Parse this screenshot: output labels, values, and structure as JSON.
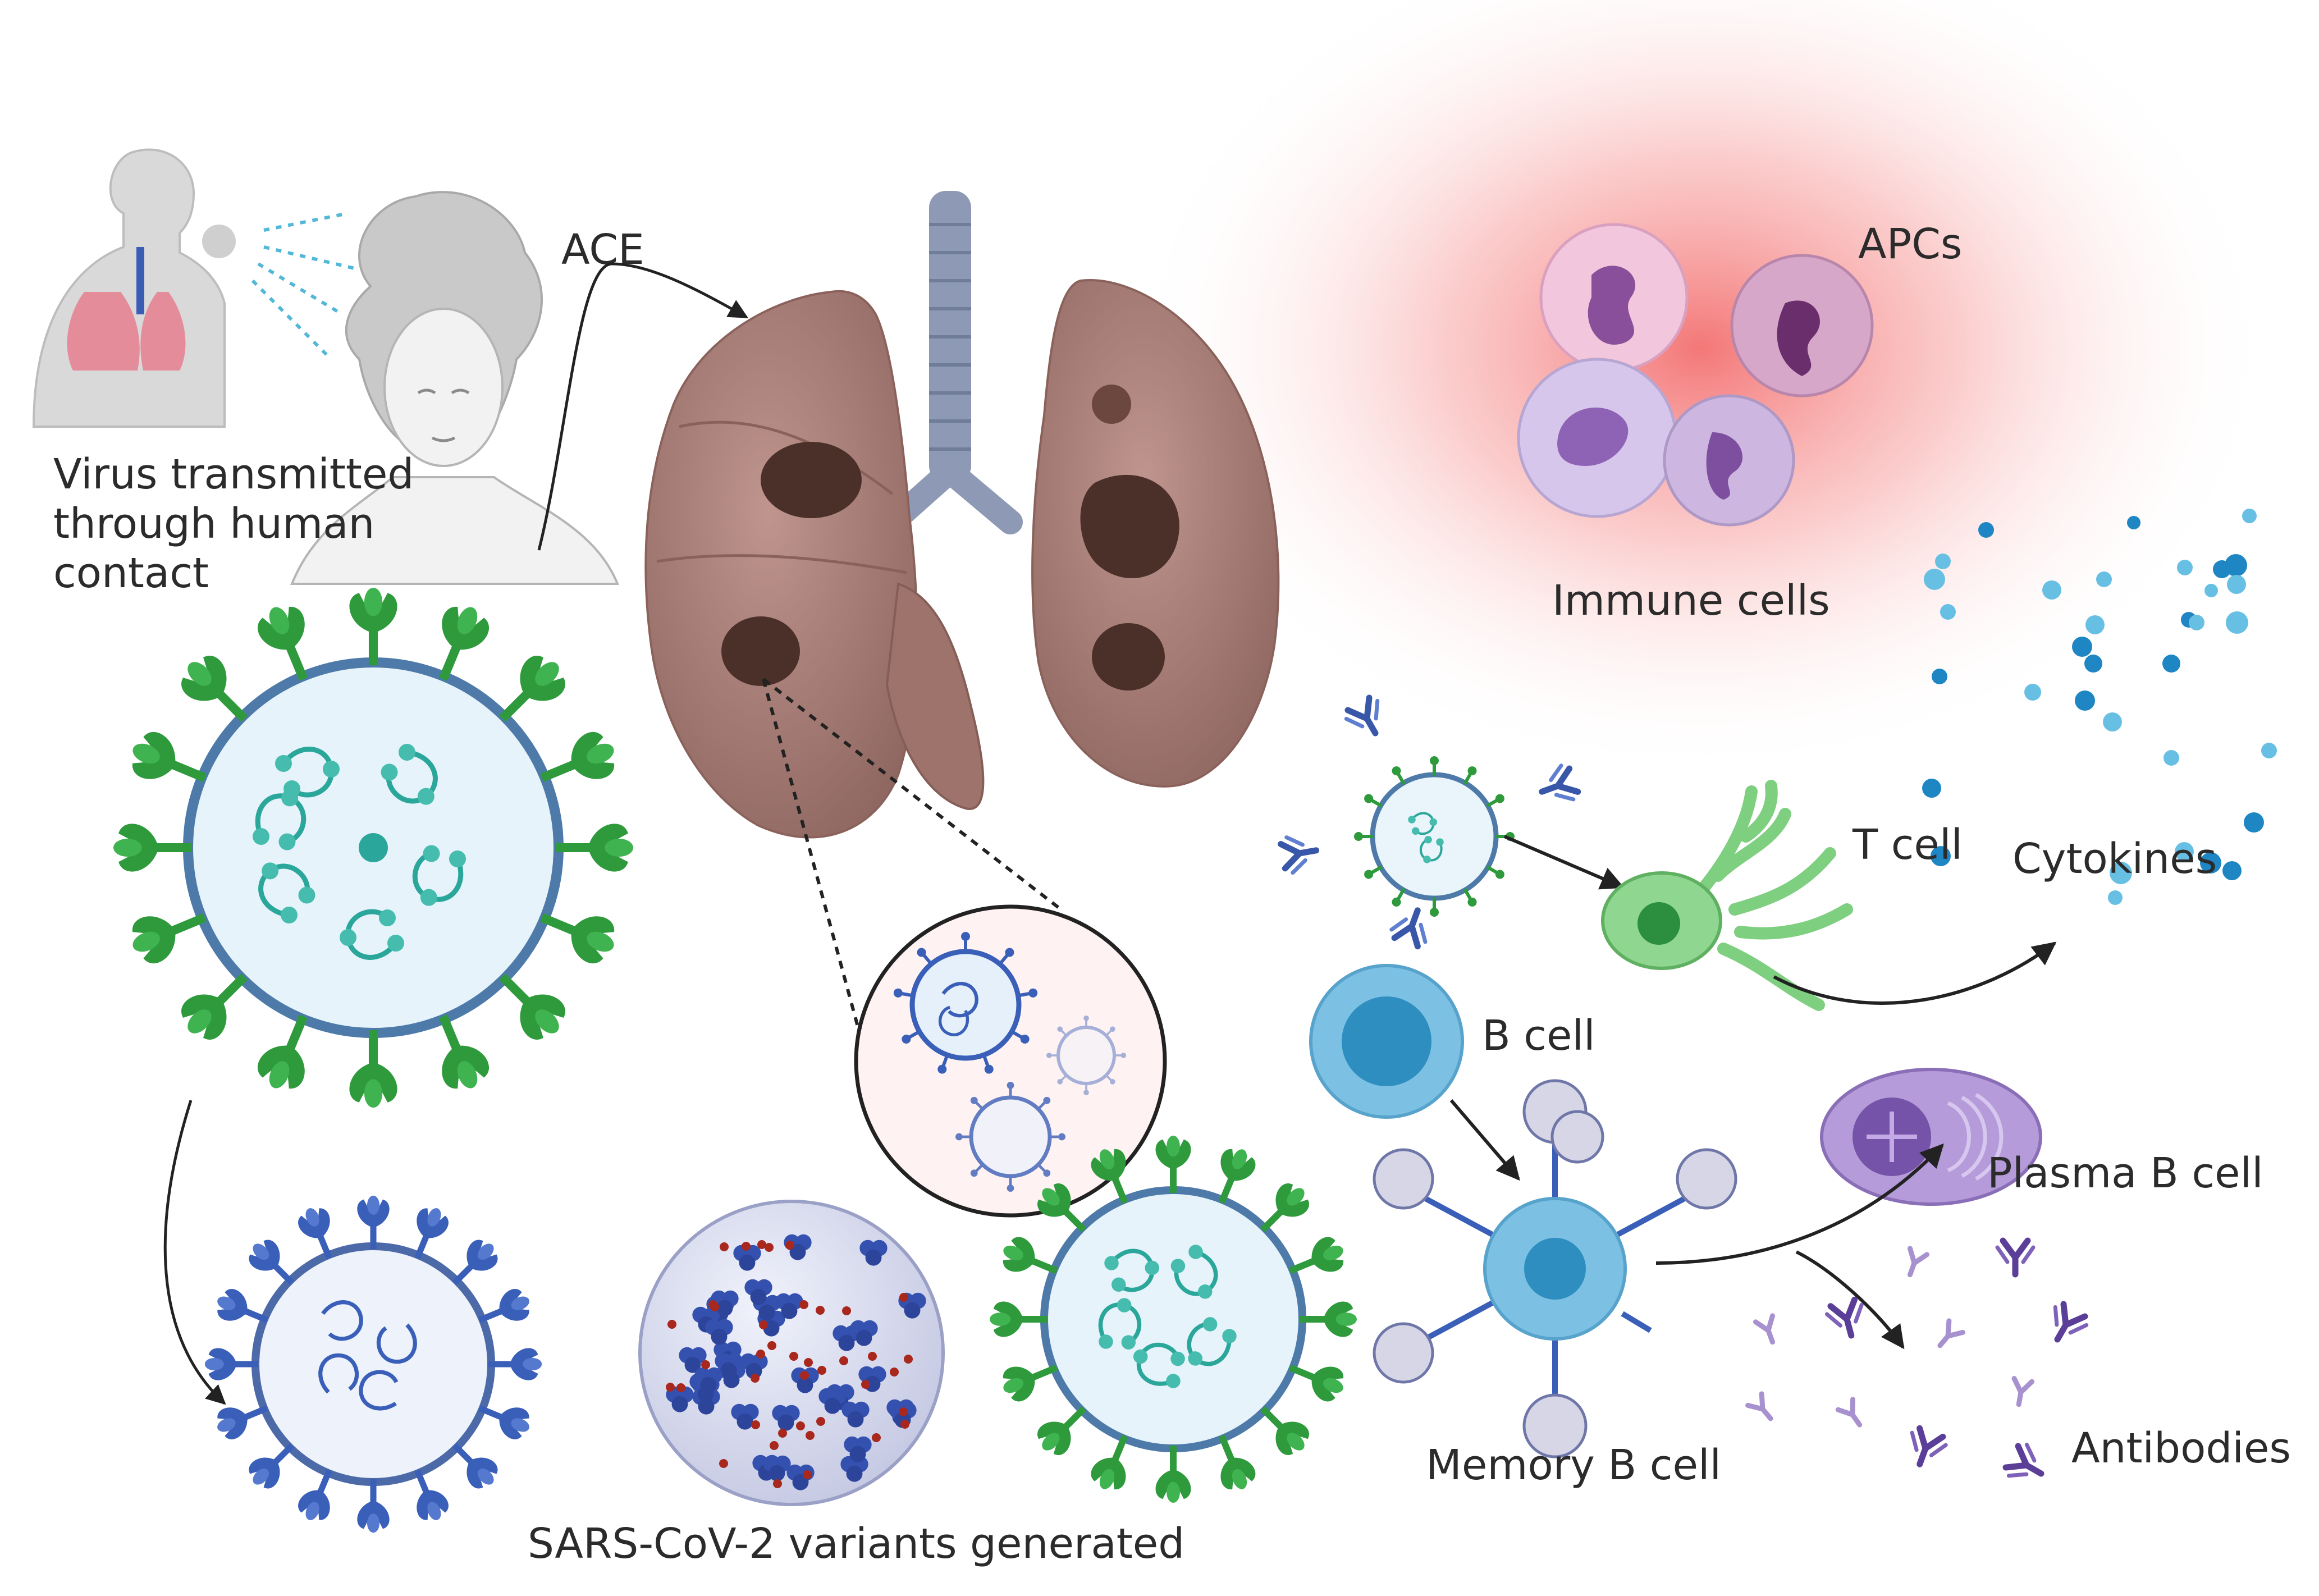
{
  "labels": {
    "transmission": [
      "Virus transmitted",
      "through human",
      "contact"
    ],
    "ace": "ACE",
    "apcs": "APCs",
    "immune_cells": "Immune cells",
    "t_cell": "T cell",
    "cytokines": "Cytokines",
    "b_cell": "B cell",
    "plasma_b_cell": "Plasma B cell",
    "memory_b_cell": "Memory B cell",
    "antibodies": "Antibodies",
    "variants": "SARS-CoV-2 variants generated"
  },
  "colors": {
    "inflammation_glow": "#f47e7e",
    "spike_green": "#2e9a3c",
    "spike_blue": "#3a5fb8",
    "virus_interior": "#e6f3fb",
    "rna_teal": "#2aa79a",
    "lung": "#a77c76",
    "lesion": "#4b2f29",
    "trachea": "#7f8ea8",
    "t_cell": "#7fcf80",
    "b_cell": "#7cc1e3",
    "plasma_cell": "#9a7ec9",
    "antibody": "#5b3e97",
    "cytokine": "#1f86c4"
  },
  "icons": [
    "coughing-person-icon",
    "woman-icon",
    "lungs-icon",
    "coronavirus-icon",
    "apc-cell-icon",
    "t-cell-icon",
    "b-cell-icon",
    "memory-b-cell-icon",
    "plasma-cell-icon",
    "antibody-icon",
    "cytokine-icon"
  ]
}
